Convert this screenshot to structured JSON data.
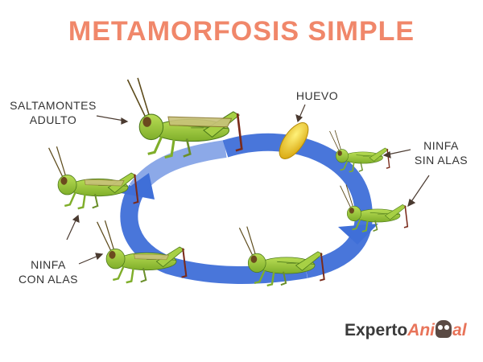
{
  "title": "METAMORFOSIS SIMPLE",
  "labels": {
    "adult_line1": "SALTAMONTES",
    "adult_line2": "ADULTO",
    "egg": "HUEVO",
    "nymph_wingless_line1": "NINFA",
    "nymph_wingless_line2": "SIN ALAS",
    "nymph_winged_line1": "NINFA",
    "nymph_winged_line2": "CON ALAS"
  },
  "logo": {
    "part1": "Experto",
    "part2": "Ani",
    "part3": "al"
  },
  "colors": {
    "title": "#f0876a",
    "cycle_arrow": "#3f6fd8",
    "grasshopper_body": "#9ccc3a",
    "grasshopper_dark": "#4d7a1a",
    "egg": "#e8c21a"
  },
  "icons": [
    "grasshopper-adult",
    "egg",
    "grasshopper-nymph",
    "cycle-arrow",
    "owl-logo"
  ]
}
